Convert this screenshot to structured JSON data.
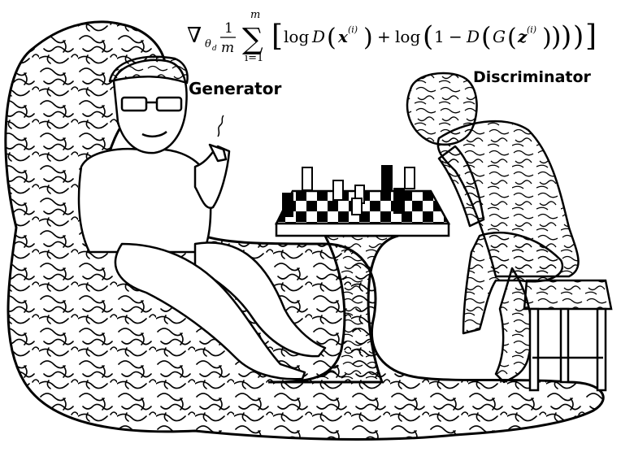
{
  "formula": {
    "nabla": "∇",
    "theta_sub": "θ",
    "d_sub": "d",
    "frac_num": "1",
    "frac_den": "m",
    "sum_symbol": "∑",
    "sum_upper": "m",
    "sum_lower": "i=1",
    "lbracket": "[",
    "log1": "log",
    "D1": "D",
    "x_bold": "x",
    "sup_i": "(i)",
    "plus": "+",
    "log2": "log",
    "one": "1",
    "minus": "−",
    "D2": "D",
    "G": "G",
    "z_bold": "z",
    "rbracket": "]"
  },
  "labels": {
    "generator": "Generator",
    "discriminator": "Discriminator"
  },
  "colors": {
    "ink": "#000000",
    "paper": "#ffffff",
    "board_dark": "#000000"
  }
}
